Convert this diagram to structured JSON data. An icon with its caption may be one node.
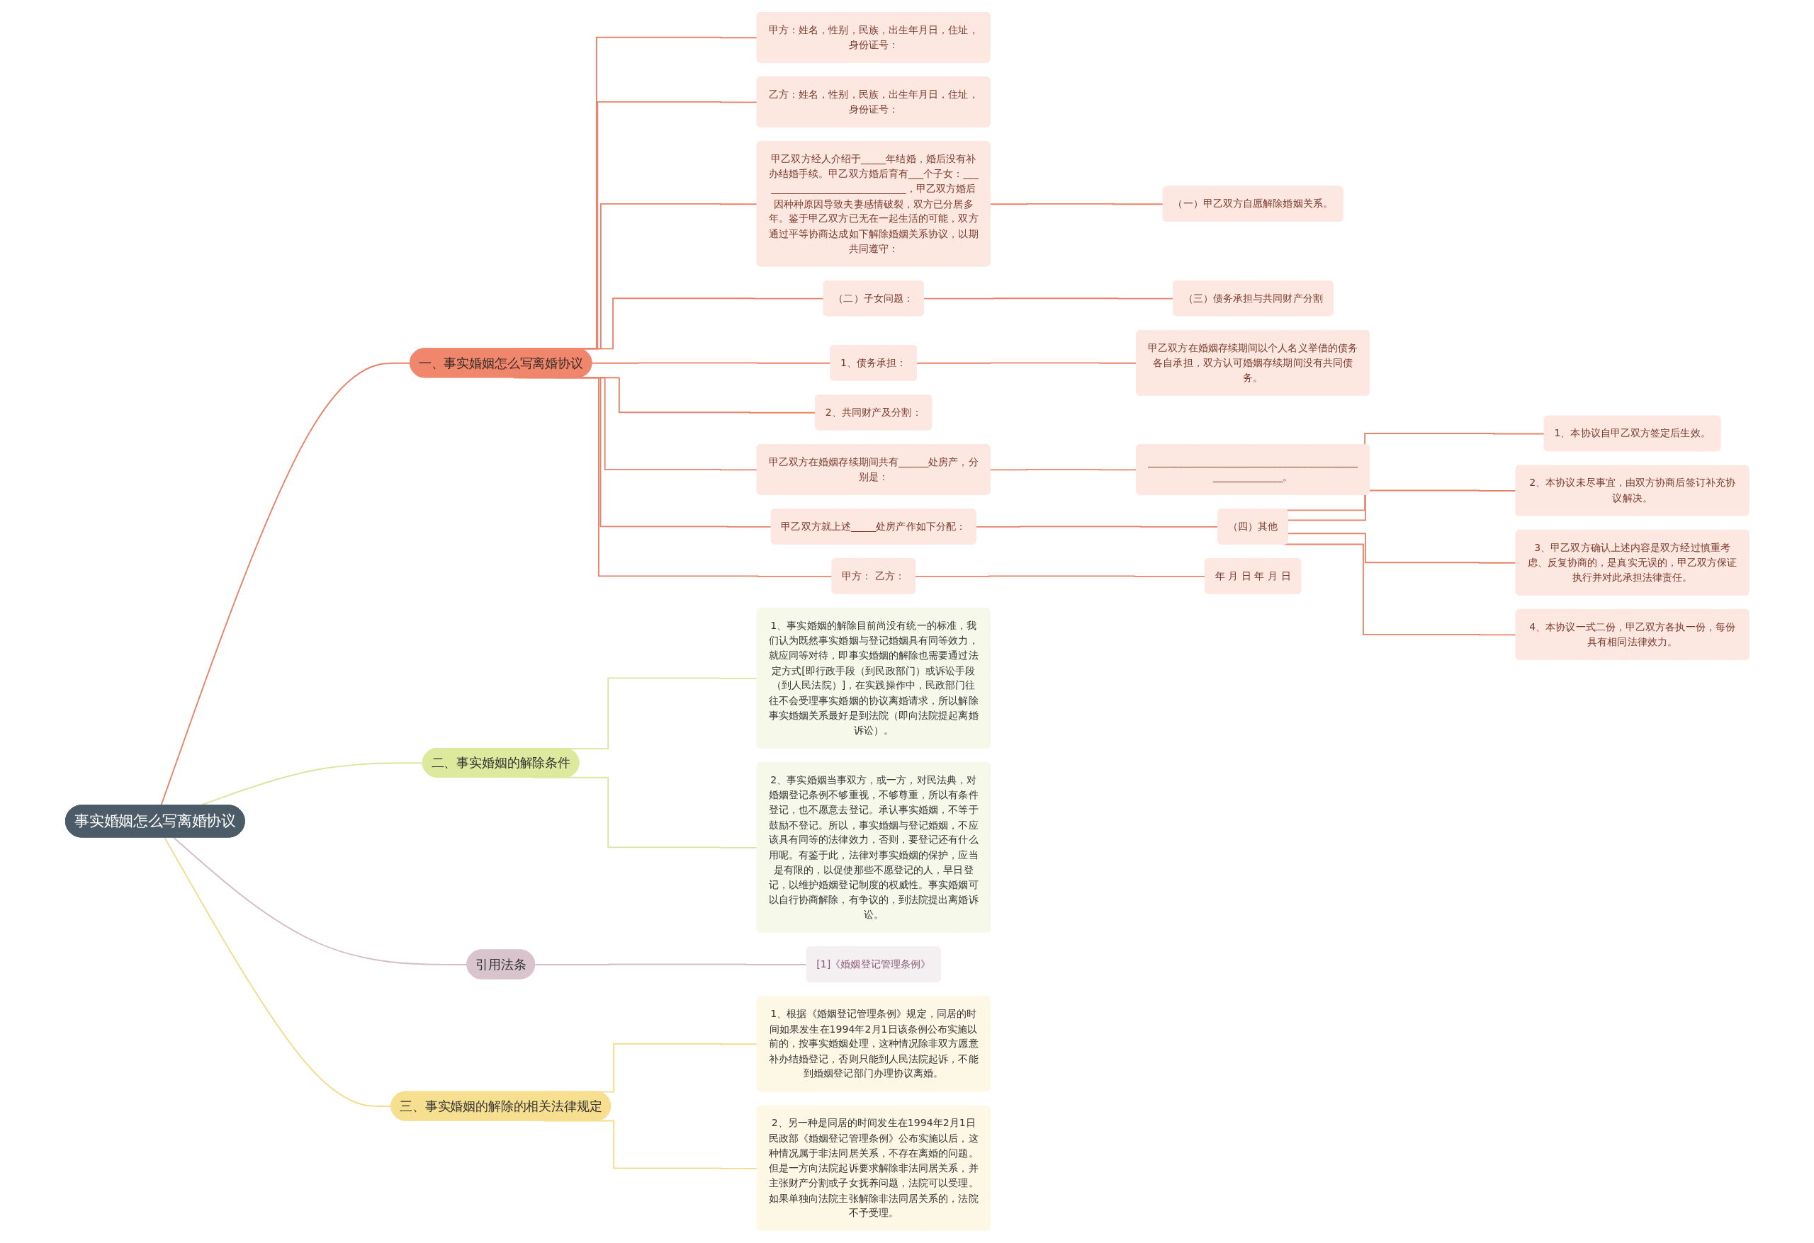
{
  "diagram": {
    "nodes": [
      {
        "text": [
          "事实婚姻怎么写离婚协议"
        ]
      },
      {
        "text": [
          "一、事实婚姻怎么写离婚协议"
        ]
      },
      {
        "text": [
          "甲方：姓名，性别，民族，出生年月日，住址，身份证号："
        ]
      },
      {
        "text": [
          "乙方：姓名，性别，民族，出生年月日，住址，身份证号："
        ]
      },
      {
        "text": [
          "甲乙双方经人介绍于_____年结婚，婚后没有补办结婚手续。甲乙双方婚后育有___个子女：______________________________，甲乙双方婚后因种种原因导致夫妻感情破裂，双方已分居多年。鉴于甲乙双方已无在一起生活的可能，双方通过平等协商达成如下解除婚姻关系协议，以期共同遵守："
        ]
      },
      {
        "text": [
          "（一）甲乙双方自愿解除婚姻关系。"
        ]
      },
      {
        "text": [
          "（二）子女问题："
        ]
      },
      {
        "text": [
          "（三）债务承担与共同财产分割"
        ]
      },
      {
        "text": [
          "1、债务承担："
        ]
      },
      {
        "text": [
          "甲乙双方在婚姻存续期间以个人名义举借的债务各自承担，双方认可婚姻存续期间没有共同债务。"
        ]
      },
      {
        "text": [
          "2、共同财产及分割："
        ]
      },
      {
        "text": [
          "甲乙双方在婚姻存续期间共有______处房产，分别是："
        ]
      },
      {
        "text": [
          "________________________________________________________。"
        ]
      },
      {
        "text": [
          "甲乙双方就上述_____处房产作如下分配："
        ]
      },
      {
        "text": [
          "（四）其他"
        ]
      },
      {
        "text": [
          "1、本协议自甲乙双方签定后生效。"
        ]
      },
      {
        "text": [
          "2、本协议未尽事宜，由双方协商后签订补充协议解决。"
        ]
      },
      {
        "text": [
          "3、甲乙双方确认上述内容是双方经过慎重考虑、反复协商的，是真实无误的，甲乙双方保证执行并对此承担法律责任。"
        ]
      },
      {
        "text": [
          "4、本协议一式二份，甲乙双方各执一份，每份具有相同法律效力。"
        ]
      },
      {
        "text": [
          "甲方： 乙方："
        ]
      },
      {
        "text": [
          "年 月 日 年 月 日"
        ]
      },
      {
        "text": [
          "二、事实婚姻的解除条件"
        ]
      },
      {
        "text": [
          "1、事实婚姻的解除目前尚没有统一的标准，我们认为既然事实婚姻与登记婚姻具有同等效力，就应同等对待，即事实婚姻的解除也需要通过法定方式[即行政手段（到民政部门）或诉讼手段（到人民法院）]，在实践操作中，民政部门往往不会受理事实婚姻的协议离婚请求，所以解除事实婚姻关系最好是到法院（即向法院提起离婚诉讼）。"
        ]
      },
      {
        "text": [
          "2、事实婚姻当事双方，或一方，对民法典，对婚姻登记条例不够重视，不够尊重，所以有条件登记，也不愿意去登记。承认事实婚姻，不等于鼓励不登记。所以，事实婚姻与登记婚姻，不应该具有同等的法律效力，否则，要登记还有什么用呢。有鉴于此，法律对事实婚姻的保护，应当是有限的，以促使那些不愿登记的人，早日登记，以维护婚姻登记制度的权威性。事实婚姻可以自行协商解除，有争议的，到法院提出离婚诉讼。"
        ]
      },
      {
        "text": [
          "引用法条"
        ]
      },
      {
        "text": [
          "[1]《婚姻登记管理条例》"
        ]
      },
      {
        "text": [
          "三、事实婚姻的解除的相关法律规定"
        ]
      },
      {
        "text": [
          "1、根据《婚姻登记管理条例》规定，同居的时间如果发生在1994年2月1日该条例公布实施以前的，按事实婚姻处理，这种情况除非双方愿意补办结婚登记，否则只能到人民法院起诉，不能到婚姻登记部门办理协议离婚。"
        ]
      },
      {
        "text": [
          "2、另一种是同居的时间发生在1994年2月1日民政部《婚姻登记管理条例》公布实施以后，这种情况属于非法同居关系，不存在离婚的问题。但是一方向法院起诉要求解除非法同居关系，并主张财产分割或子女抚养问题，法院可以受理。如果单独向法院主张解除非法同居关系的，法院不予受理。"
        ]
      }
    ],
    "edges": [
      {
        "from": 0,
        "to": 1,
        "arrow": "none"
      },
      {
        "from": 1,
        "to": 2,
        "arrow": "none"
      },
      {
        "from": 1,
        "to": 3,
        "arrow": "none"
      },
      {
        "from": 1,
        "to": 4,
        "arrow": "none"
      },
      {
        "from": 4,
        "to": 5,
        "arrow": "none"
      },
      {
        "from": 1,
        "to": 6,
        "arrow": "none"
      },
      {
        "from": 6,
        "to": 7,
        "arrow": "none"
      },
      {
        "from": 1,
        "to": 8,
        "arrow": "none"
      },
      {
        "from": 8,
        "to": 9,
        "arrow": "none"
      },
      {
        "from": 1,
        "to": 10,
        "arrow": "none"
      },
      {
        "from": 1,
        "to": 11,
        "arrow": "none"
      },
      {
        "from": 11,
        "to": 12,
        "arrow": "none"
      },
      {
        "from": 1,
        "to": 13,
        "arrow": "none"
      },
      {
        "from": 13,
        "to": 14,
        "arrow": "none"
      },
      {
        "from": 14,
        "to": 15,
        "arrow": "none"
      },
      {
        "from": 14,
        "to": 16,
        "arrow": "none"
      },
      {
        "from": 14,
        "to": 17,
        "arrow": "none"
      },
      {
        "from": 14,
        "to": 18,
        "arrow": "none"
      },
      {
        "from": 1,
        "to": 19,
        "arrow": "none"
      },
      {
        "from": 19,
        "to": 20,
        "arrow": "none"
      },
      {
        "from": 0,
        "to": 21,
        "arrow": "none",
        "color": "#d8e6a0"
      },
      {
        "from": 21,
        "to": 22,
        "arrow": "none",
        "color": "#d8e6a0"
      },
      {
        "from": 21,
        "to": 23,
        "arrow": "none",
        "color": "#d8e6a0"
      },
      {
        "from": 0,
        "to": 24,
        "arrow": "none",
        "color": "#d3bcc6"
      },
      {
        "from": 24,
        "to": 25,
        "arrow": "none",
        "color": "#d3bcc6"
      },
      {
        "from": 0,
        "to": 26,
        "arrow": "none",
        "color": "#f2dc8a"
      },
      {
        "from": 26,
        "to": 27,
        "arrow": "none",
        "color": "#f2dc8a"
      },
      {
        "from": 26,
        "to": 28,
        "arrow": "none",
        "color": "#f2dc8a"
      }
    ]
  }
}
